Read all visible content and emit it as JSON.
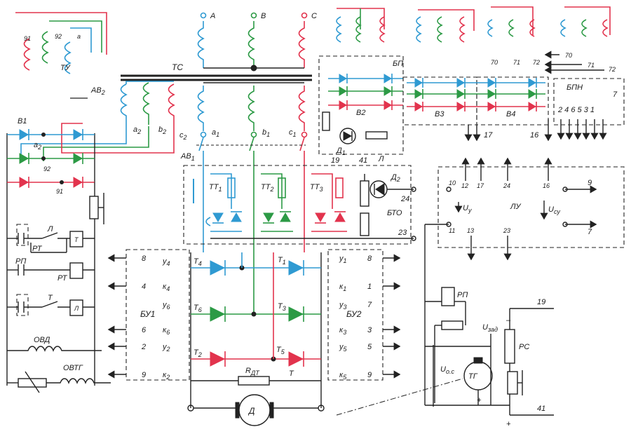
{
  "colors": {
    "phase_a": "#2f9ad2",
    "phase_b": "#2c9a45",
    "phase_c": "#e2334d",
    "wire": "#222222"
  },
  "labels": {
    "A": "A",
    "B": "B",
    "C": "C",
    "TS": "ТС",
    "TU": "ТУ",
    "AV2": "АВ",
    "AV2_sub": "2",
    "AV1": "АВ",
    "AV1_sub": "1",
    "a1": "a",
    "b1": "b",
    "c1": "c",
    "sub1": "1",
    "a2": "a",
    "b2": "b",
    "c2": "c",
    "sub2": "2",
    "g1": "91",
    "g2": "92",
    "g1b": "91",
    "g2b": "92",
    "a2l": "a",
    "BP": "БП",
    "BPN": "БПН",
    "BTO": "БТО",
    "LU": "ЛУ",
    "BU1": "БУ1",
    "BU2": "БУ2",
    "V1": "В1",
    "V2": "В2",
    "V3": "В3",
    "V4": "В4",
    "D1": "Д",
    "D1s": "1",
    "D2": "Д",
    "D2s": "2",
    "L_BP": "Л",
    "TT1": "ТТ",
    "TT2": "ТТ",
    "TT3": "ТТ",
    "s1": "1",
    "s2": "2",
    "s3": "3",
    "T1": "Т",
    "T2": "Т",
    "T3": "Т",
    "T4": "Т",
    "T5": "Т",
    "T6": "Т",
    "y1": "у",
    "y2": "у",
    "y3": "у",
    "y4": "у",
    "y5": "у",
    "y6": "у",
    "k1": "к",
    "k2": "к",
    "k3": "к",
    "k4": "к",
    "k5": "к",
    "k6": "к",
    "RDT": "R",
    "RDTs": "ДТ",
    "T_mid": "Т",
    "D": "Д",
    "TG": "ТГ",
    "RP": "РП",
    "RS": "РС",
    "Uzad": "U",
    "Uzad_s": "зад",
    "Uos": "U",
    "Uos_s": "о.с",
    "Uy": "U",
    "Uy_s": "у",
    "Ucu": "U",
    "Ucu_s": "су",
    "L1": "Л",
    "L2": "Л",
    "RT1": "РТ",
    "RT2": "РТ",
    "RP1": "РП",
    "Tl1": "Т",
    "Tl2": "Т",
    "OVD": "ОВД",
    "OVTG": "ОВТГ",
    "n70": "70",
    "n71": "71",
    "n72": "72",
    "n70b": "70",
    "n71b": "71",
    "n72b": "72",
    "n19": "19",
    "n41": "41",
    "n17": "17",
    "n16": "16",
    "n24": "24",
    "n23": "23",
    "lu10": "10",
    "lu11": "11",
    "lu12": "12",
    "lu13": "13",
    "lu17": "17",
    "lu24": "24",
    "lu23": "23",
    "lu16": "16",
    "out9": "9",
    "out7": "7",
    "r19": "19",
    "r41": "41",
    "plus1": "+",
    "plus2": "+",
    "minus": "–",
    "bpn_pins": "2 4 6 5 3 1",
    "bpn7": "7",
    "bu1_8": "8",
    "bu1_4": "4",
    "bu1_6": "6",
    "bu1_2": "2",
    "bu1_9": "9",
    "bu2_8": "8",
    "bu2_1": "1",
    "bu2_7": "7",
    "bu2_3": "3",
    "bu2_5": "5",
    "bu2_9": "9"
  }
}
